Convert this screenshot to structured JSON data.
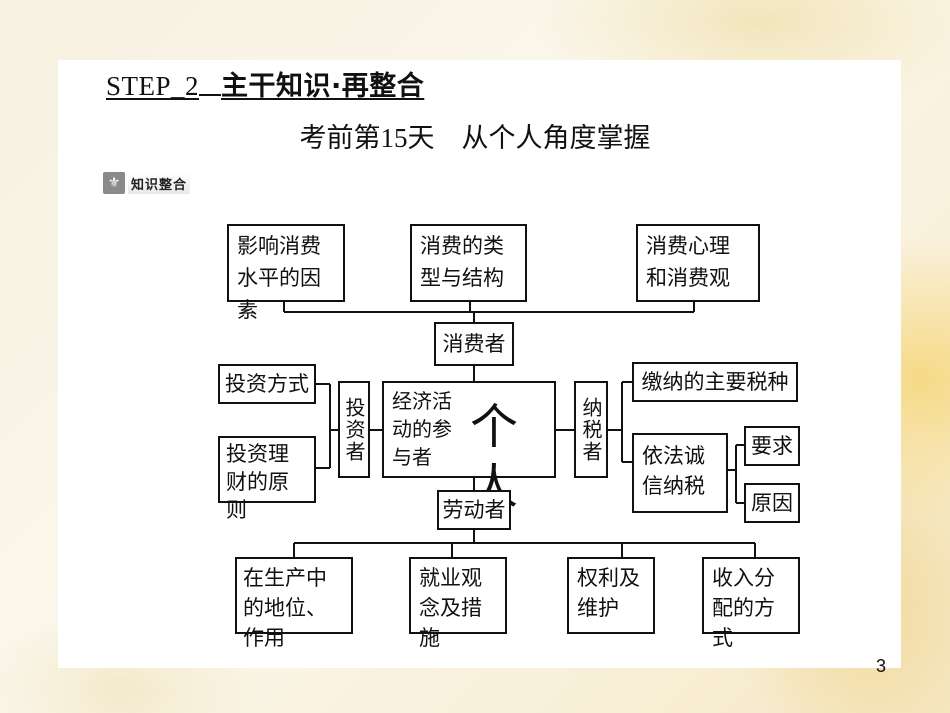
{
  "header": {
    "step_prefix": "STEP_2",
    "step_title": "主干知识·再整合",
    "subtitle": "考前第15天　从个人角度掌握",
    "tag": "知识整合"
  },
  "diagram": {
    "center": {
      "left_text": "经济活动的参与者",
      "big_text": "个人"
    },
    "top_nodes": [
      "影响消费水平的因素",
      "消费的类型与结构",
      "消费心理和消费观"
    ],
    "top_connector": "消费者",
    "left_connector": "投资者",
    "left_nodes": [
      "投资方式",
      "投资理财的原则"
    ],
    "right_connector": "纳税者",
    "right_nodes": [
      "缴纳的主要税种",
      "依法诚信纳税"
    ],
    "right_sub_nodes": [
      "要求",
      "原因"
    ],
    "bottom_connector": "劳动者",
    "bottom_nodes": [
      "在生产中的地位、作用",
      "就业观念及措施",
      "权利及维护",
      "收入分配的方式"
    ]
  },
  "page_number": "3"
}
